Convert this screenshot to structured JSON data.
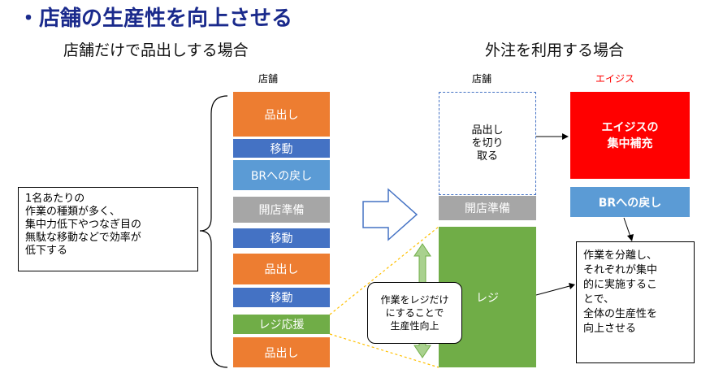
{
  "title": "・店舗の生産性を向上させる",
  "left_subtitle": "店舗だけで品出しする場合",
  "right_subtitle": "外注を利用する場合",
  "col_store_left": "店舗",
  "col_store_right": "店舗",
  "col_agency": "エイジス",
  "left_blocks": [
    "品出し",
    "移動",
    "BRへの戻し",
    "開店準備",
    "移動",
    "品出し",
    "移動",
    "レジ応援",
    "品出し"
  ],
  "left_note": [
    "1名あたりの",
    "作業の種類が多く、",
    "集中力低下やつなぎ目の",
    "無駄な移動などで効率が",
    "低下する"
  ],
  "cutout": [
    "品出し",
    "を切り",
    "取る"
  ],
  "right_open": "開店準備",
  "right_register": "レジ",
  "agency_main": [
    "エイジスの",
    "集中補充"
  ],
  "agency_br": "BRへの戻し",
  "center_note": [
    "作業をレジだけ",
    "にすることで",
    "生産性向上"
  ],
  "right_note": [
    "作業を分離し、",
    "それぞれが集中",
    "的に実施するこ",
    "とで、",
    "全体の生産性を",
    "向上させる"
  ]
}
